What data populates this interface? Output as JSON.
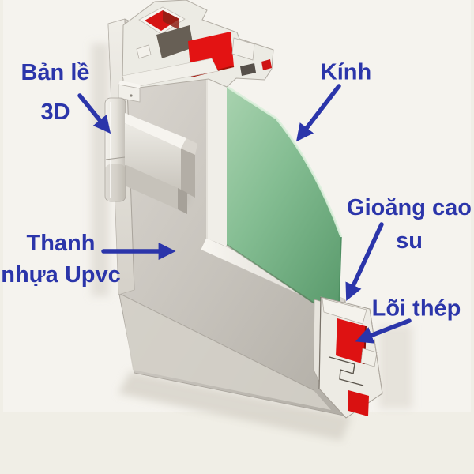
{
  "colors": {
    "label_blue": "#2b35aa",
    "background": "#f0eee6",
    "photo_background": "#f5f3ee",
    "glass_green": "#7db98c",
    "steel_core_red": "#de1212",
    "upvc_white": "#eceae4",
    "profile_grey": "#c6c2bb"
  },
  "labels": {
    "hinge": {
      "line1": "Bản lề",
      "line2": "3D"
    },
    "glass": {
      "line1": "Kính"
    },
    "upvc_bar": {
      "line1": "Thanh",
      "line2": "nhựa Upvc"
    },
    "gasket": {
      "line1": "Gioăng cao",
      "line2": "su"
    },
    "steel_core": {
      "line1": "Lõi thép"
    }
  }
}
